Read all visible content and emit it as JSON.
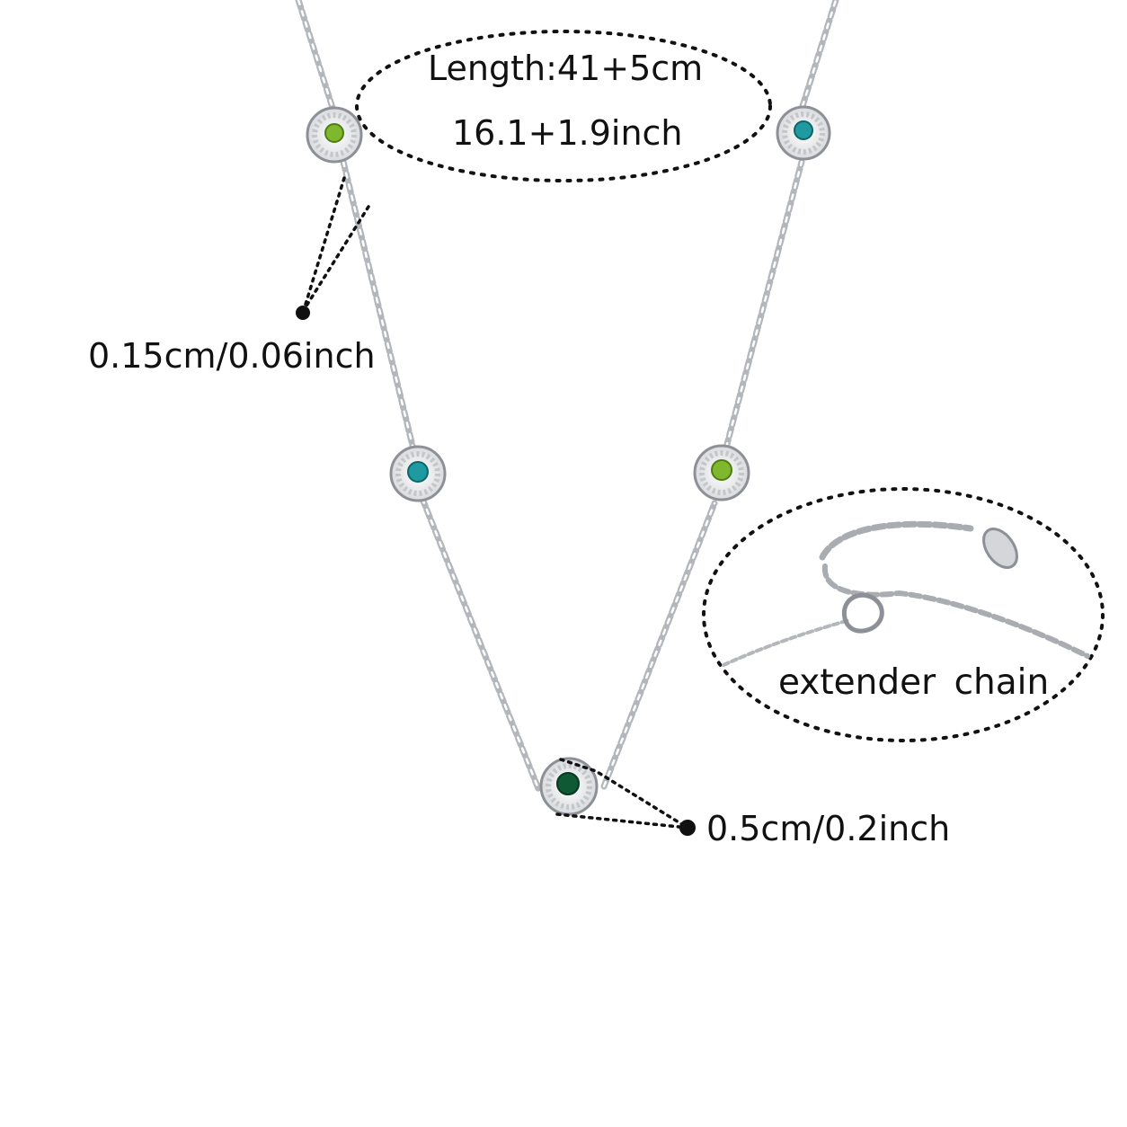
{
  "annotations": {
    "length_line_1": "Length:41+5cm",
    "length_line_2": "16.1+1.9inch",
    "chain_width": "0.15cm/0.06inch",
    "charm_size": "0.5cm/0.2inch",
    "extender_label": "extender  chain"
  },
  "colors": {
    "background": "#ffffff",
    "text": "#111111",
    "metal": "#b9bcc0",
    "metal_dark": "#8d9096",
    "stone_lime": "#7fb82e",
    "stone_teal": "#1f9aa0",
    "stone_emerald": "#0f5a34"
  }
}
